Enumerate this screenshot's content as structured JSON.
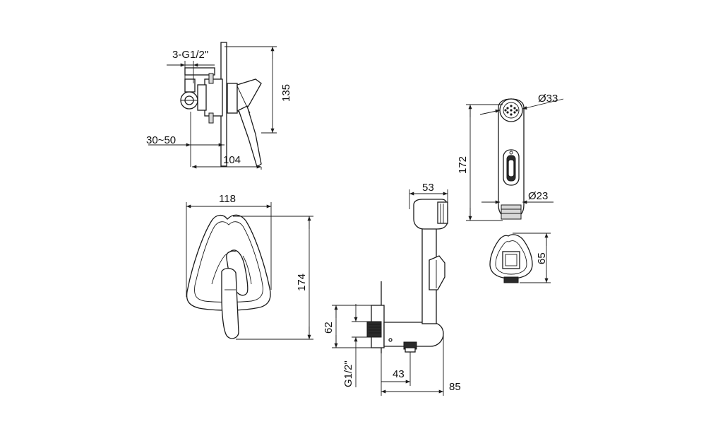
{
  "dimensions": {
    "inlet_thread": "3-G1/2\"",
    "wall_depth": "30~50",
    "total_depth": "104",
    "side_height": "135",
    "plate_width": "118",
    "plate_height": "174",
    "holder_width": "53",
    "outlet_height": "62",
    "outlet_thread": "G1/2\"",
    "outlet_offset": "43",
    "outlet_depth": "85",
    "spray_head_diameter": "Ø33",
    "spray_length": "172",
    "handle_diameter": "Ø23",
    "holder_base_height": "65"
  },
  "colors": {
    "line": "#1a1a1a",
    "background": "#ffffff"
  }
}
